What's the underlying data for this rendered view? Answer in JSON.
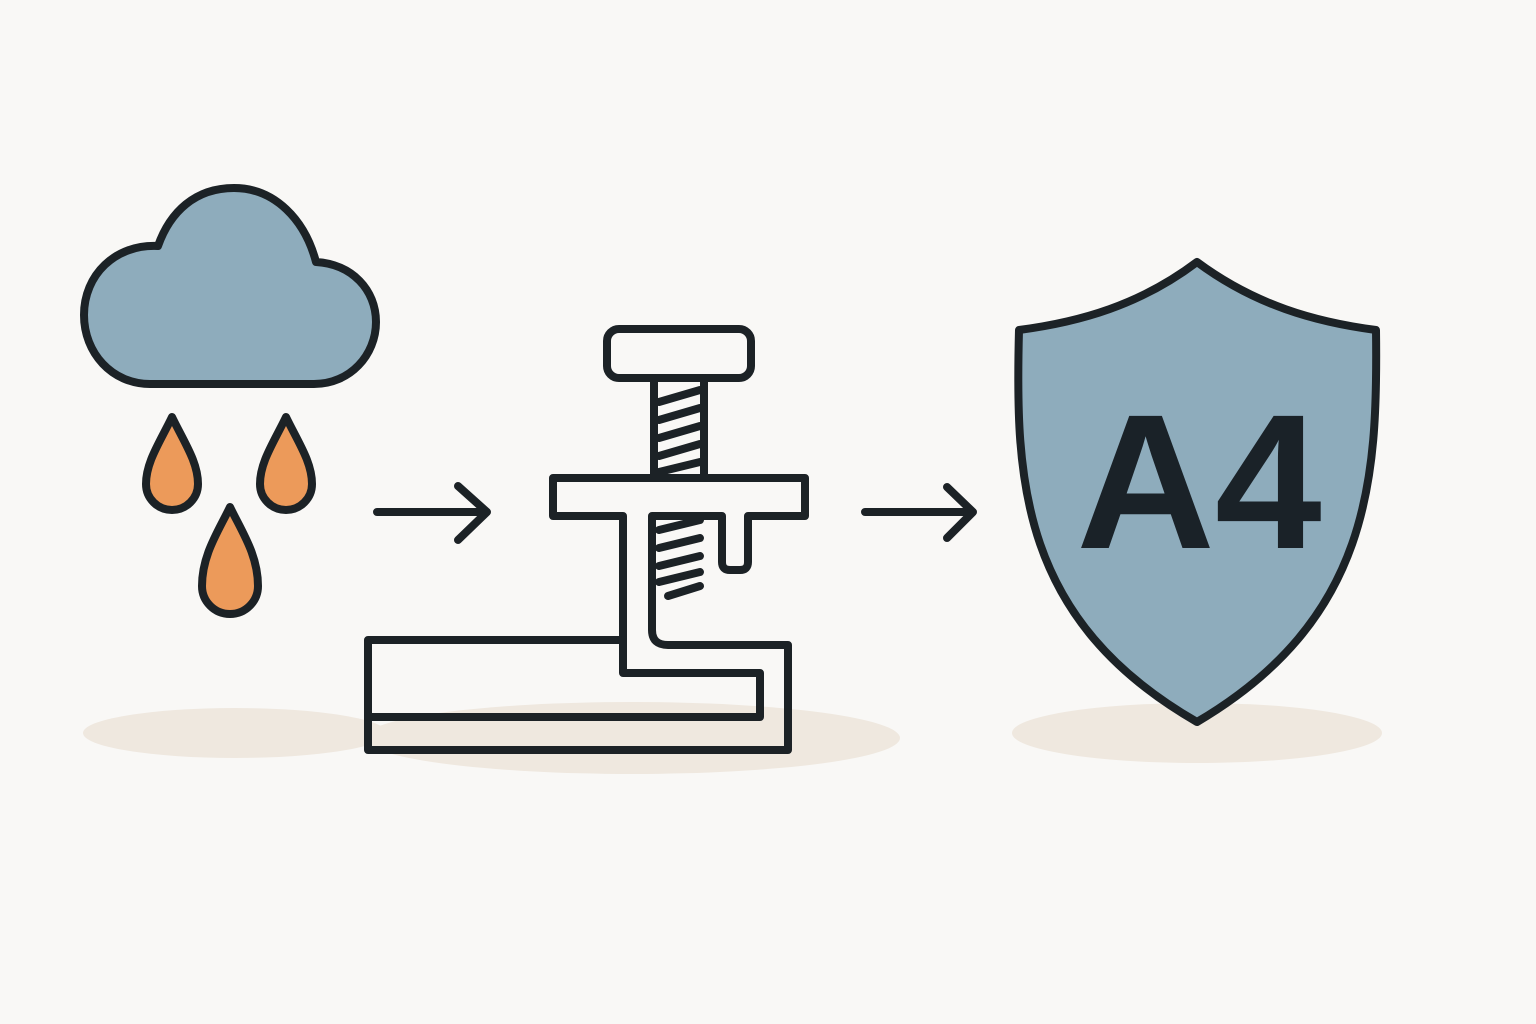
{
  "diagram": {
    "steps": [
      {
        "name": "rain",
        "icon": "cloud-rain-icon"
      },
      {
        "name": "clamp",
        "icon": "clamp-press-icon"
      },
      {
        "name": "protection",
        "icon": "shield-icon",
        "label": "A4"
      }
    ],
    "colors": {
      "background": "#f9f8f6",
      "cloud": "#8eacbc",
      "drop": "#ec9a5a",
      "shield": "#8eacbc",
      "ink": "#1c2226",
      "shadow": "#efe8df"
    }
  }
}
